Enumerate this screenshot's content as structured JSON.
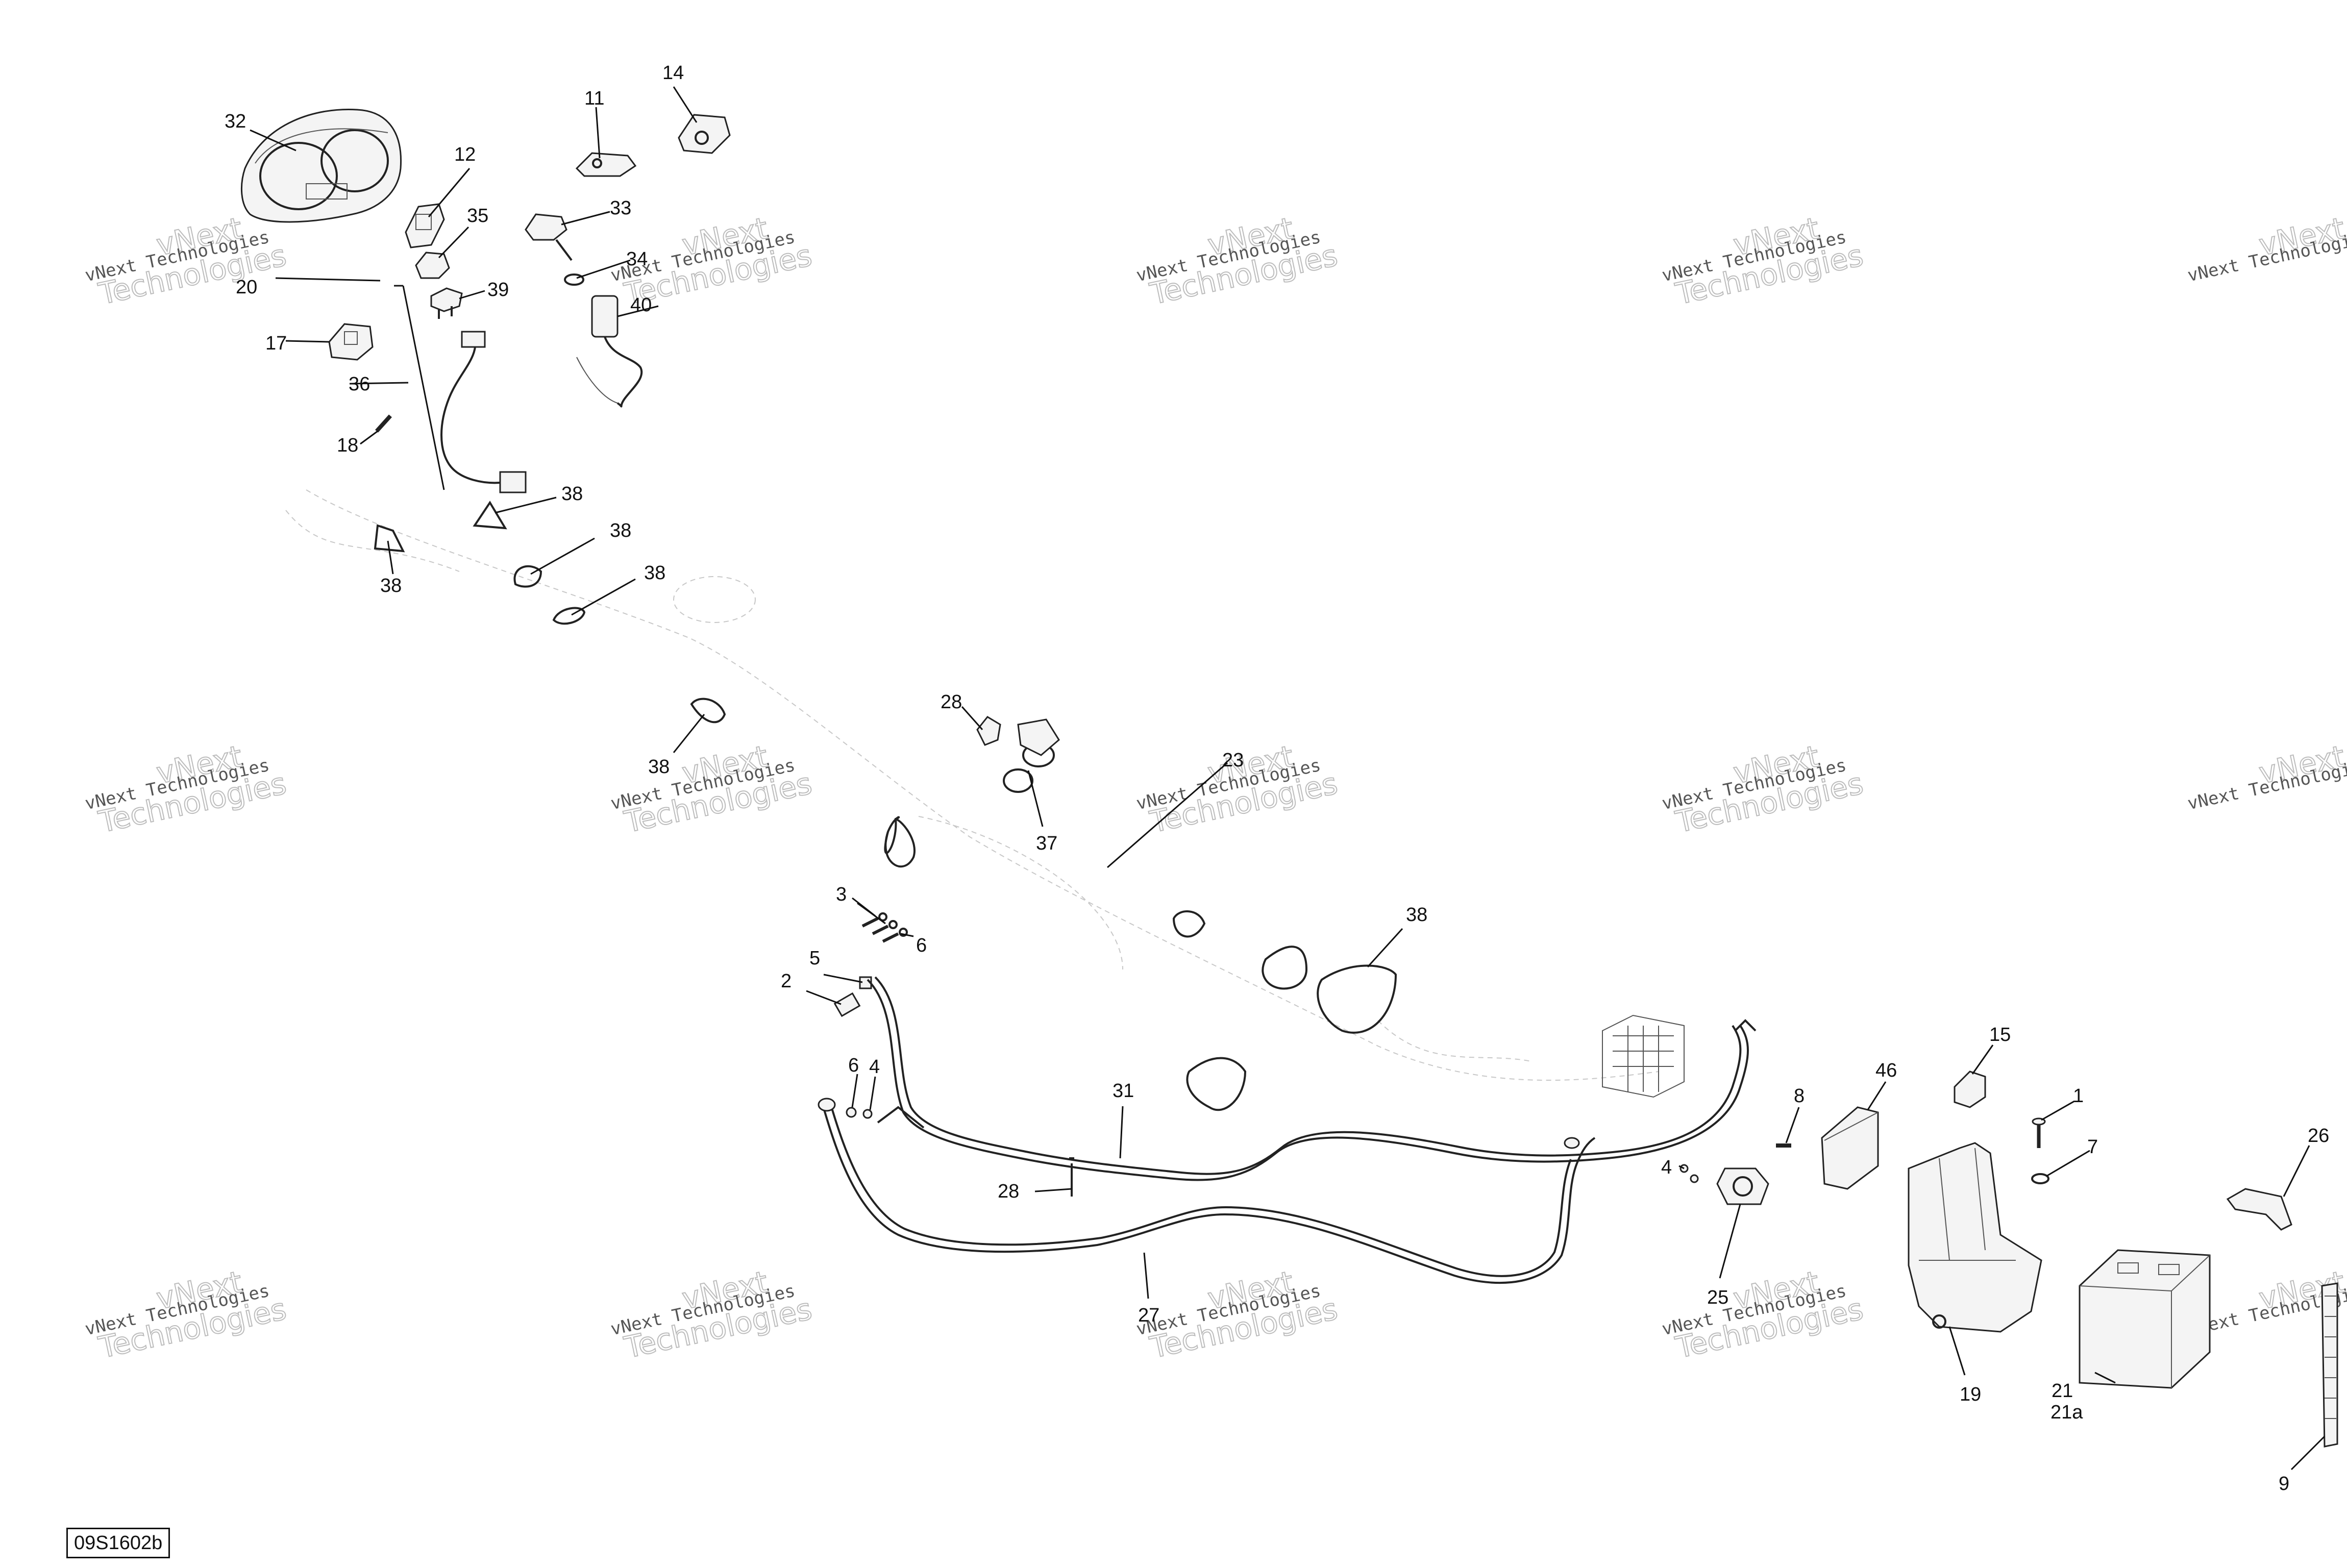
{
  "watermark": {
    "line1": "vNext Technologies",
    "line2": "Technologies",
    "overlay": "vNext"
  },
  "drawing_reference": "09S1602b",
  "callouts": {
    "c1": "1",
    "c2": "2",
    "c3": "3",
    "c4a": "4",
    "c4b": "4",
    "c5": "5",
    "c6a": "6",
    "c6b": "6",
    "c7": "7",
    "c8": "8",
    "c9": "9",
    "c11": "11",
    "c12": "12",
    "c14": "14",
    "c15": "15",
    "c17": "17",
    "c18": "18",
    "c19": "19",
    "c20": "20",
    "c21": "21",
    "c21a": "21a",
    "c23": "23",
    "c25": "25",
    "c26": "26",
    "c27": "27",
    "c28a": "28",
    "c28b": "28",
    "c31": "31",
    "c32": "32",
    "c33": "33",
    "c34": "34",
    "c35": "35",
    "c36": "36",
    "c37": "37",
    "c38a": "38",
    "c38b": "38",
    "c38c": "38",
    "c38d": "38",
    "c38e": "38",
    "c38f": "38",
    "c39": "39",
    "c40": "40",
    "c46": "46"
  }
}
